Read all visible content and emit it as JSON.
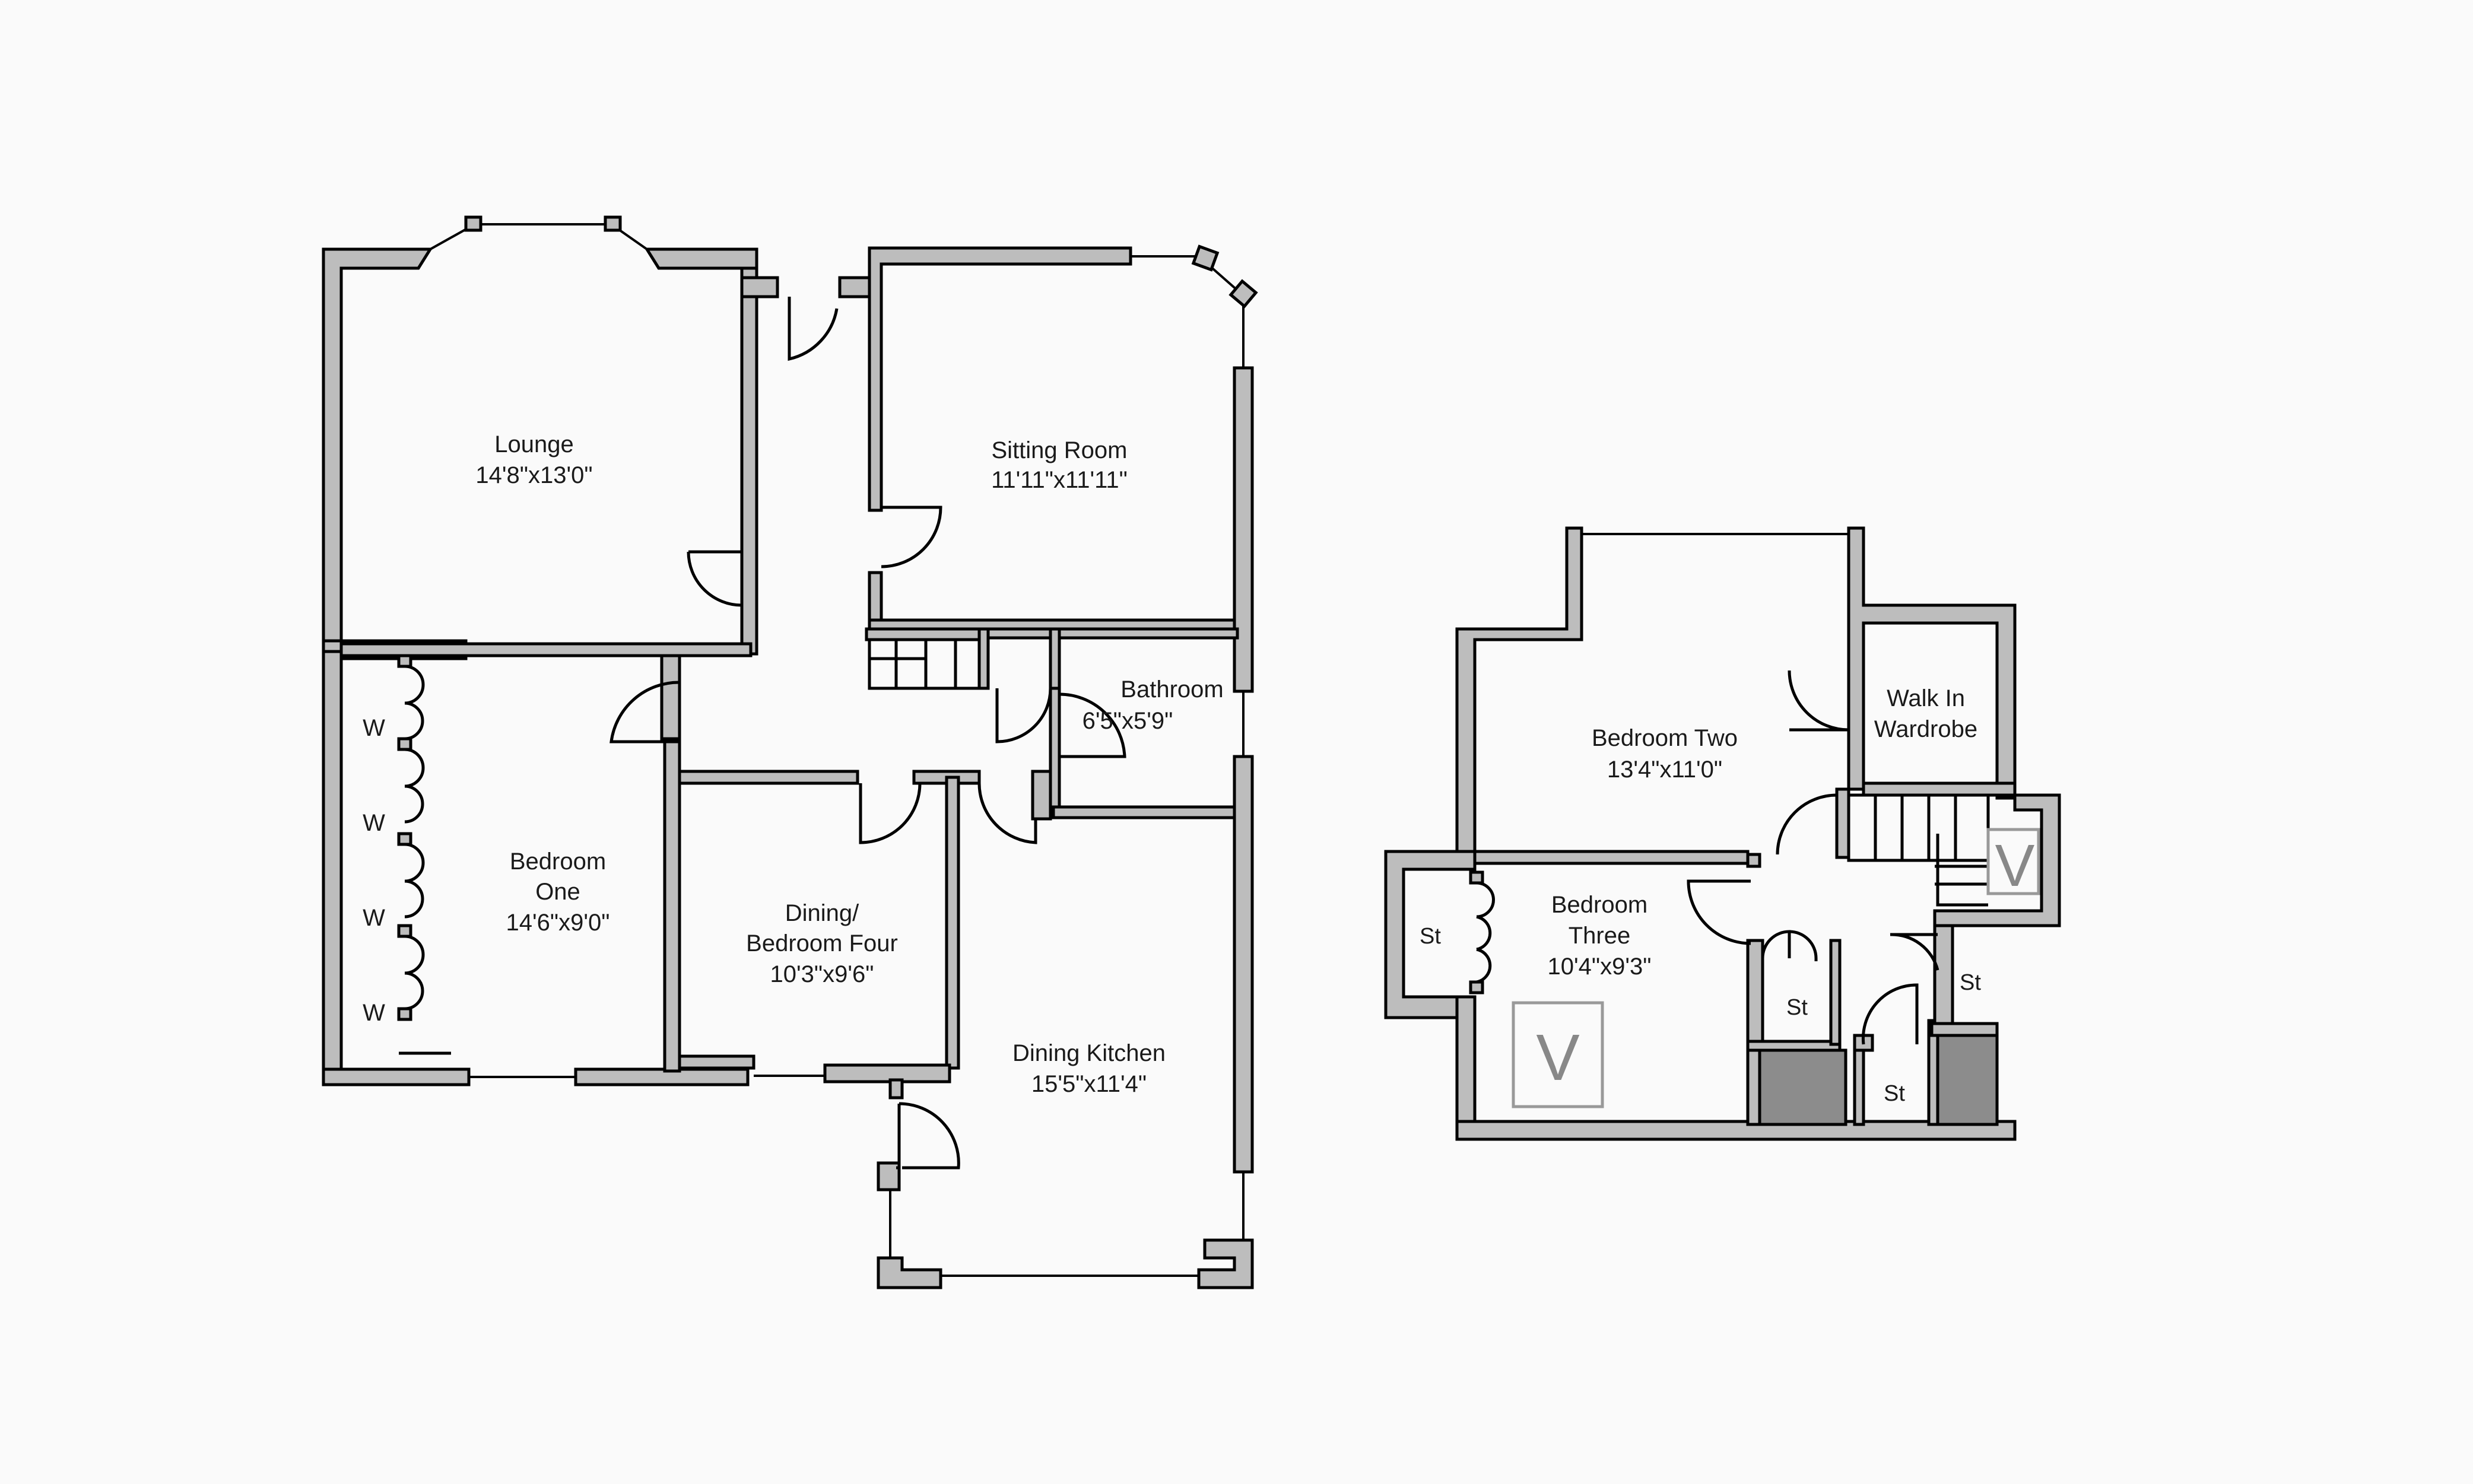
{
  "rooms": {
    "lounge": {
      "name": "Lounge",
      "size": "14'8\"x13'0\""
    },
    "sitting_room": {
      "name": "Sitting Room",
      "size": "11'11\"x11'11\""
    },
    "bathroom": {
      "name": "Bathroom",
      "size": "6'5\"x5'9\""
    },
    "bedroom_one": {
      "name_line1": "Bedroom",
      "name_line2": "One",
      "size": "14'6\"x9'0\""
    },
    "dining_bedroom_four": {
      "name_line1": "Dining/",
      "name_line2": "Bedroom Four",
      "size": "10'3\"x9'6\""
    },
    "dining_kitchen": {
      "name": "Dining Kitchen",
      "size": "15'5\"x11'4\""
    },
    "bedroom_two": {
      "name": "Bedroom Two",
      "size": "13'4\"x11'0\""
    },
    "walk_in_wardrobe": {
      "name_line1": "Walk In",
      "name_line2": "Wardrobe"
    },
    "bedroom_three": {
      "name_line1": "Bedroom",
      "name_line2": "Three",
      "size": "10'4\"x9'3\""
    }
  },
  "wardrobe_marks": [
    "W",
    "W",
    "W",
    "W"
  ],
  "store_marks": [
    "St",
    "St",
    "St",
    "St"
  ],
  "void_marks": [
    "V",
    "V"
  ]
}
